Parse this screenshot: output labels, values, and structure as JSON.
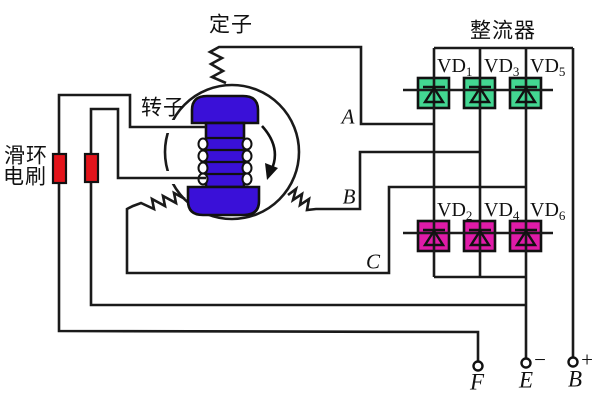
{
  "labels": {
    "stator": "定子",
    "rotor": "转子",
    "slip_ring": "滑环",
    "brush": "电刷",
    "rectifier": "整流器"
  },
  "phases": [
    {
      "label": "A"
    },
    {
      "label": "B"
    },
    {
      "label": "C"
    }
  ],
  "diodes": {
    "top": [
      {
        "base": "VD",
        "sub": "1"
      },
      {
        "base": "VD",
        "sub": "3"
      },
      {
        "base": "VD",
        "sub": "5"
      }
    ],
    "bottom": [
      {
        "base": "VD",
        "sub": "2"
      },
      {
        "base": "VD",
        "sub": "4"
      },
      {
        "base": "VD",
        "sub": "6"
      }
    ]
  },
  "terminals": [
    {
      "name": "F",
      "sign": ""
    },
    {
      "name": "E",
      "sign": "−"
    },
    {
      "name": "B",
      "sign": "+"
    }
  ],
  "colors": {
    "wire": "#1a1a1a",
    "rotor": "#3a10d8",
    "brush": "#e3141b",
    "diode_top": "#43d792",
    "diode_bottom": "#e01ba8"
  }
}
